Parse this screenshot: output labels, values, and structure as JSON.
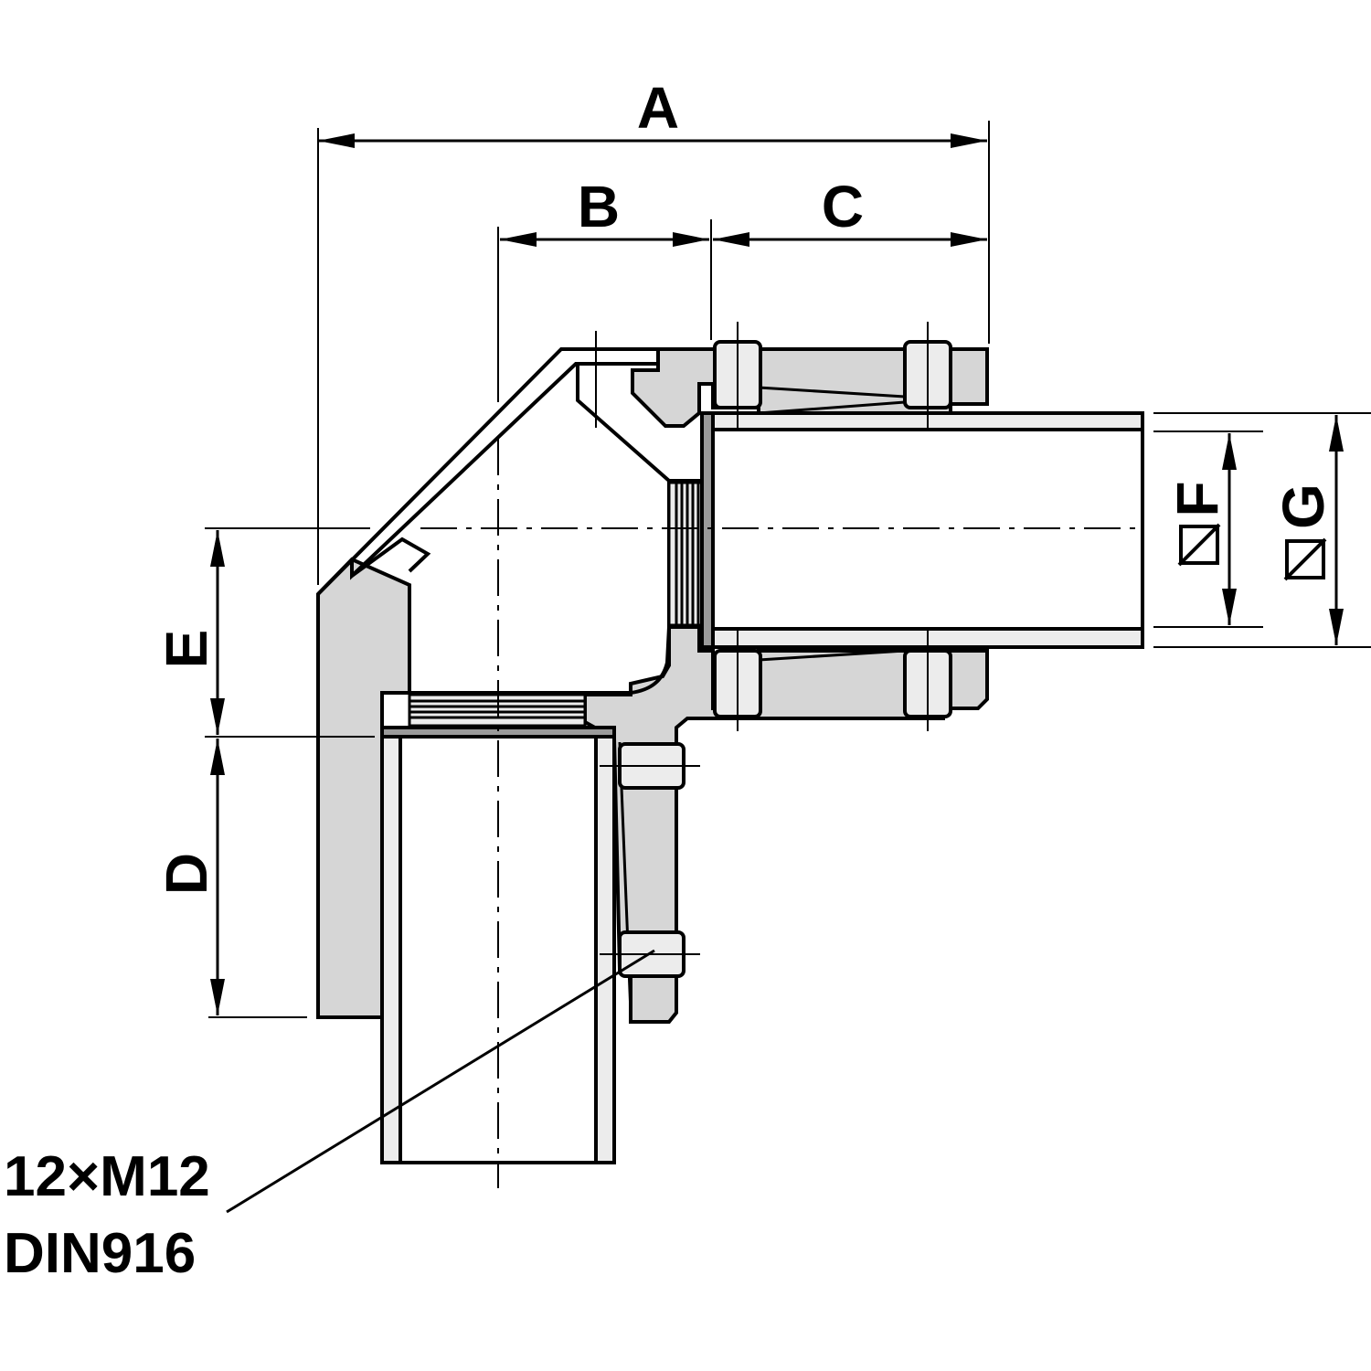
{
  "colors": {
    "line": "#000000",
    "part_fill": "#d6d6d6",
    "tube_fill": "#ececec",
    "background": "#ffffff"
  },
  "dimensions": {
    "A": "A",
    "B": "B",
    "C": "C",
    "D": "D",
    "E": "E",
    "F": "F",
    "G": "G"
  },
  "diameter_symbol": "diameter-icon",
  "note": {
    "line1": "12×M12",
    "line2": "DIN916"
  }
}
